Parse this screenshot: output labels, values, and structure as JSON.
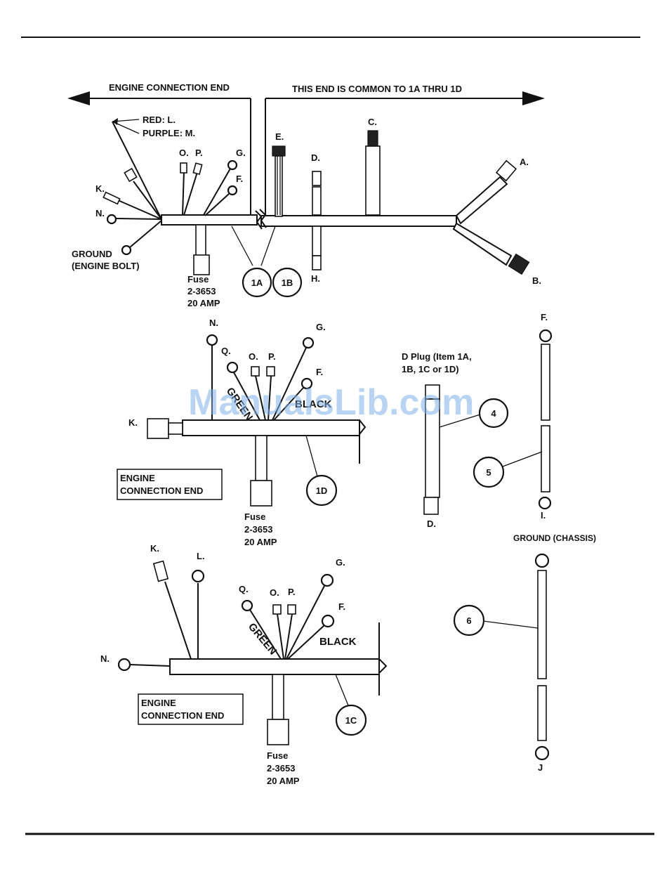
{
  "top_section": {
    "left_arrow_label": "ENGINE CONNECTION END",
    "right_arrow_label": "THIS END IS COMMON TO 1A THRU 1D",
    "red_label": "RED: L.",
    "purple_label": "PURPLE: M.",
    "labels": {
      "o": "O.",
      "p": "P.",
      "g": "G.",
      "f": "F.",
      "k": "K.",
      "n": "N.",
      "e": "E.",
      "d": "D.",
      "c": "C.",
      "a": "A.",
      "b": "B.",
      "h": "H."
    },
    "ground_label_1": "GROUND",
    "ground_label_2": "(ENGINE BOLT)",
    "fuse_1": "Fuse",
    "fuse_2": "2-3653",
    "fuse_3": "20 AMP",
    "callout_1a": "1A",
    "callout_1b": "1B"
  },
  "middle_section": {
    "labels": {
      "n": "N.",
      "g": "G.",
      "q": "Q.",
      "o": "O.",
      "p": "P.",
      "f": "F.",
      "k": "K."
    },
    "wire_text_green": "GREEN",
    "wire_text_black": "BLACK",
    "box_line_1": "ENGINE",
    "box_line_2": "CONNECTION END",
    "fuse_1": "Fuse",
    "fuse_2": "2-3653",
    "fuse_3": "20 AMP",
    "callout_1d": "1D",
    "dplug_line_1": "D Plug (Item 1A,",
    "dplug_line_2": "1B, 1C or 1D)",
    "dplug_bottom": "D.",
    "callout_4": "4",
    "right_f": "F.",
    "right_i": "I.",
    "callout_5": "5"
  },
  "bottom_section": {
    "labels": {
      "k": "K.",
      "l": "L.",
      "g": "G.",
      "q": "Q.",
      "o": "O.",
      "p": "P.",
      "f": "F.",
      "n": "N."
    },
    "wire_text_green": "GREEN",
    "wire_text_black": "BLACK",
    "box_line_1": "ENGINE",
    "box_line_2": "CONNECTION END",
    "fuse_1": "Fuse",
    "fuse_2": "2-3653",
    "fuse_3": "20 AMP",
    "callout_1c": "1C",
    "ground_chassis": "GROUND (CHASSIS)",
    "callout_6": "6",
    "ground_j": "J"
  },
  "watermark": "ManualsLib.com"
}
